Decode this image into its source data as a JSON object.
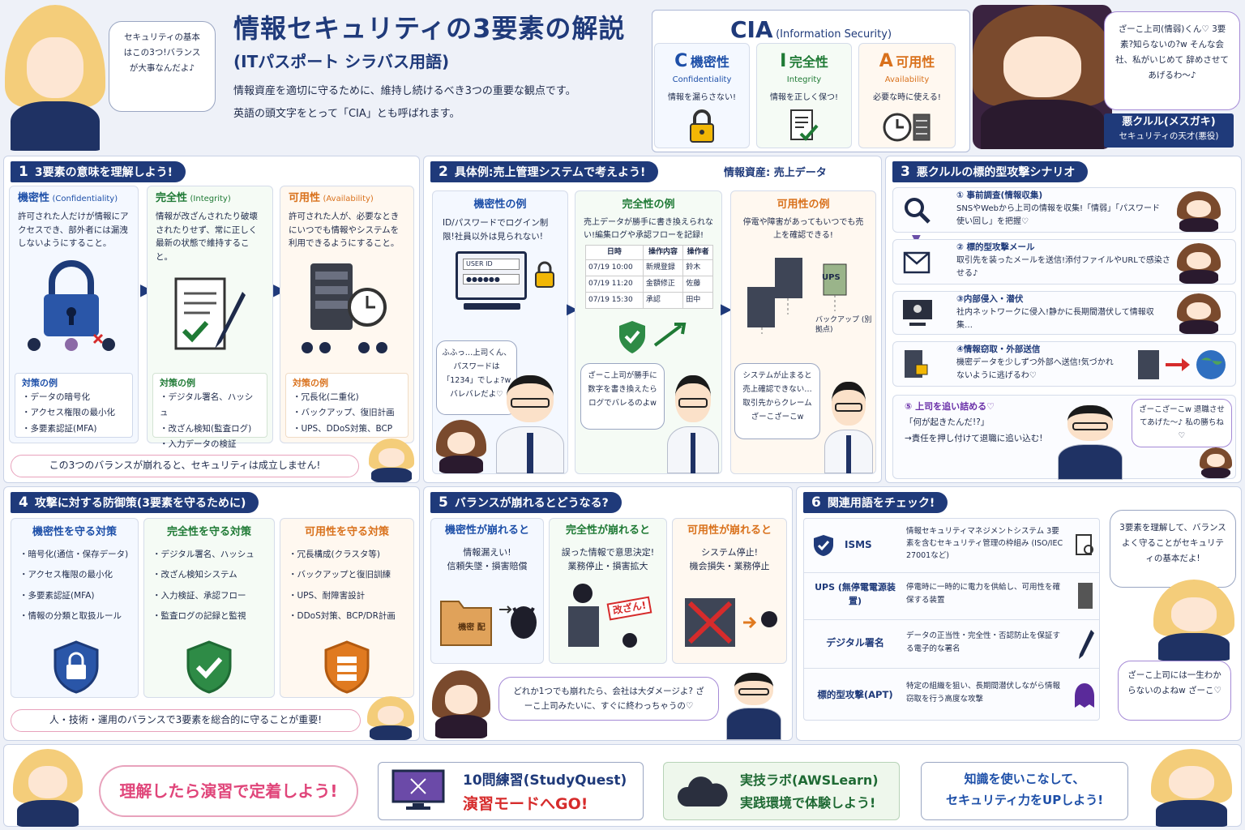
{
  "header": {
    "title": "情報セキュリティの3要素の解説",
    "subtitle": "(ITパスポート シラバス用語)",
    "desc1": "情報資産を適切に守るために、維持し続けるべき3つの重要な観点です。",
    "desc2": "英語の頭文字をとって「CIA」とも呼ばれます。",
    "bubble_left": "セキュリティの基本はこの3つ!バランスが大事なんだよ♪"
  },
  "cia": {
    "title": "CIA",
    "title_sub": "(Information Security)",
    "items": [
      {
        "letter": "C",
        "jp": "機密性",
        "en": "Confidentiality",
        "desc": "情報を漏らさない!",
        "icon": "padlock-icon",
        "color": "#1d4fa8"
      },
      {
        "letter": "I",
        "jp": "完全性",
        "en": "Integrity",
        "desc": "情報を正しく保つ!",
        "icon": "document-check-icon",
        "color": "#1f7a35"
      },
      {
        "letter": "A",
        "jp": "可用性",
        "en": "Availability",
        "desc": "必要な時に使える!",
        "icon": "clock-server-icon",
        "color": "#d9711c"
      }
    ]
  },
  "villain": {
    "bubble": "ざーこ上司(情弱)くん♡ 3要素?知らないの?w そんな会社、私がいじめて 辞めさせてあげるわ〜♪",
    "name": "悪クルル(メスガキ)",
    "role": "セキュリティの天才(悪役)"
  },
  "s1": {
    "num": "1",
    "title": "3要素の意味を理解しよう!",
    "cols": [
      {
        "jp": "機密性",
        "en": "(Confidentiality)",
        "desc": "許可された人だけが情報にアクセスでき、部外者には漏洩しないようにすること。",
        "measures_title": "対策の例",
        "measures": [
          "・データの暗号化",
          "・アクセス権限の最小化",
          "・多要素認証(MFA)"
        ]
      },
      {
        "jp": "完全性",
        "en": "(Integrity)",
        "desc": "情報が改ざんされたり破壊されたりせず、常に正しく最新の状態で維持すること。",
        "measures_title": "対策の例",
        "measures": [
          "・デジタル署名、ハッシュ",
          "・改ざん検知(監査ログ)",
          "・入力データの検証"
        ]
      },
      {
        "jp": "可用性",
        "en": "(Availability)",
        "desc": "許可された人が、必要なときにいつでも情報やシステムを利用できるようにすること。",
        "measures_title": "対策の例",
        "measures": [
          "・冗長化(二重化)",
          "・バックアップ、復旧計画",
          "・UPS、DDoS対策、BCP"
        ]
      }
    ],
    "footer": "この3つのバランスが崩れると、セキュリティは成立しません!"
  },
  "s2": {
    "num": "2",
    "title": "具体例:売上管理システムで考えよう!",
    "asset": "情報資産: 売上データ",
    "conf": {
      "title": "機密性の例",
      "desc": "ID/パスワードでログイン制限!社員以外は見られない!",
      "userid": "USER ID",
      "pw": "●●●●●●",
      "bubble": "ふふっ…上司くん、パスワードは「1234」でしょ?w バレバレだよ♡"
    },
    "integ": {
      "title": "完全性の例",
      "desc": "売上データが勝手に書き換えられない!編集ログや承認フローを記録!",
      "headers": [
        "日時",
        "操作内容",
        "操作者"
      ],
      "rows": [
        [
          "07/19 10:00",
          "新規登録",
          "鈴木"
        ],
        [
          "07/19 11:20",
          "金額修正",
          "佐藤"
        ],
        [
          "07/19 15:30",
          "承認",
          "田中"
        ]
      ],
      "bubble": "ざーこ上司が勝手に数字を書き換えたらログでバレるのよw"
    },
    "avail": {
      "title": "可用性の例",
      "desc": "停電や障害があってもいつでも売上を確認できる!",
      "ups": "UPS",
      "backup": "バックアップ (別拠点)",
      "bubble": "システムが止まると売上確認できない…取引先からクレームざーこざーこw"
    }
  },
  "s3": {
    "num": "3",
    "title": "悪クルルの標的型攻撃シナリオ",
    "steps": [
      {
        "title": "① 事前調査(情報収集)",
        "desc": "SNSやWebから上司の情報を収集!「情弱」「パスワード使い回し」を把握♡",
        "icon": "magnifier-icon"
      },
      {
        "title": "② 標的型攻撃メール",
        "desc": "取引先を装ったメールを送信!添付ファイルやURLで感染させる♪",
        "icon": "mail-icon"
      },
      {
        "title": "③内部侵入・潜伏",
        "desc": "社内ネットワークに侵入!静かに長期間潜伏して情報収集…",
        "icon": "monitor-skull-icon"
      },
      {
        "title": "④情報窃取・外部送信",
        "desc": "機密データを少しずつ外部へ送信!気づかれないように逃げるわ♡",
        "icon": "server-lock-icon"
      }
    ],
    "step5_title": "⑤ 上司を追い詰める♡",
    "step5_desc1": "「何が起きたんだ!?」",
    "step5_desc2": "→責任を押し付けて退職に追い込む!",
    "bubble": "ざーこざーこw 退職させてあげた〜♪ 私の勝ちね♡"
  },
  "s4": {
    "num": "4",
    "title": "攻撃に対する防御策(3要素を守るために)",
    "cols": [
      {
        "title": "機密性を守る対策",
        "items": [
          "・暗号化(通信・保存データ)",
          "・アクセス権限の最小化",
          "・多要素認証(MFA)",
          "・情報の分類と取扱ルール"
        ]
      },
      {
        "title": "完全性を守る対策",
        "items": [
          "・デジタル署名、ハッシュ",
          "・改ざん検知システム",
          "・入力検証、承認フロー",
          "・監査ログの記録と監視"
        ]
      },
      {
        "title": "可用性を守る対策",
        "items": [
          "・冗長構成(クラスタ等)",
          "・バックアップと復旧訓練",
          "・UPS、耐障害設計",
          "・DDoS対策、BCP/DR計画"
        ]
      }
    ],
    "footer": "人・技術・運用のバランスで3要素を総合的に守ることが重要!"
  },
  "s5": {
    "num": "5",
    "title": "バランスが崩れるとどうなる?",
    "cols": [
      {
        "title": "機密性が崩れると",
        "l1": "情報漏えい!",
        "l2": "信頼失墜・損害賠償",
        "label": "機密 配"
      },
      {
        "title": "完全性が崩れると",
        "l1": "誤った情報で意思決定!",
        "l2": "業務停止・損害拡大",
        "label": "改ざん!"
      },
      {
        "title": "可用性が崩れると",
        "l1": "システム停止!",
        "l2": "機会損失・業務停止",
        "label": ""
      }
    ],
    "bubble": "どれか1つでも崩れたら、会社は大ダメージよ? ざーこ上司みたいに、すぐに終わっちゃうの♡"
  },
  "s6": {
    "num": "6",
    "title": "関連用語をチェック!",
    "terms": [
      {
        "term": "ISMS",
        "desc": "情報セキュリティマネジメントシステム 3要素を含むセキュリティ管理の枠組み (ISO/IEC 27001など)"
      },
      {
        "term": "UPS (無停電電源装置)",
        "desc": "停電時に一時的に電力を供給し、可用性を確保する装置"
      },
      {
        "term": "デジタル署名",
        "desc": "データの正当性・完全性・否認防止を保証する電子的な署名"
      },
      {
        "term": "標的型攻撃(APT)",
        "desc": "特定の組織を狙い、長期間潜伏しながら情報窃取を行う高度な攻撃"
      }
    ],
    "bubble1": "3要素を理解して、バランスよく守ることがセキュリティの基本だよ!",
    "bubble2": "ざーこ上司には一生わからないのよねw ざーこ♡"
  },
  "footer": {
    "cta1": "理解したら演習で定着しよう!",
    "quiz_l1": "10問練習(StudyQuest)",
    "quiz_l2": "演習モードへGO!",
    "lab_l1": "実技ラボ(AWSLearn)",
    "lab_l2": "実践環境で体験しよう!",
    "cta2_l1": "知識を使いこなして、",
    "cta2_l2": "セキュリティ力をUPしよう!"
  },
  "colors": {
    "navy": "#1f3a7a",
    "blue": "#1d4fa8",
    "green": "#1f7a35",
    "orange": "#d9711c",
    "pink": "#e0457a"
  }
}
